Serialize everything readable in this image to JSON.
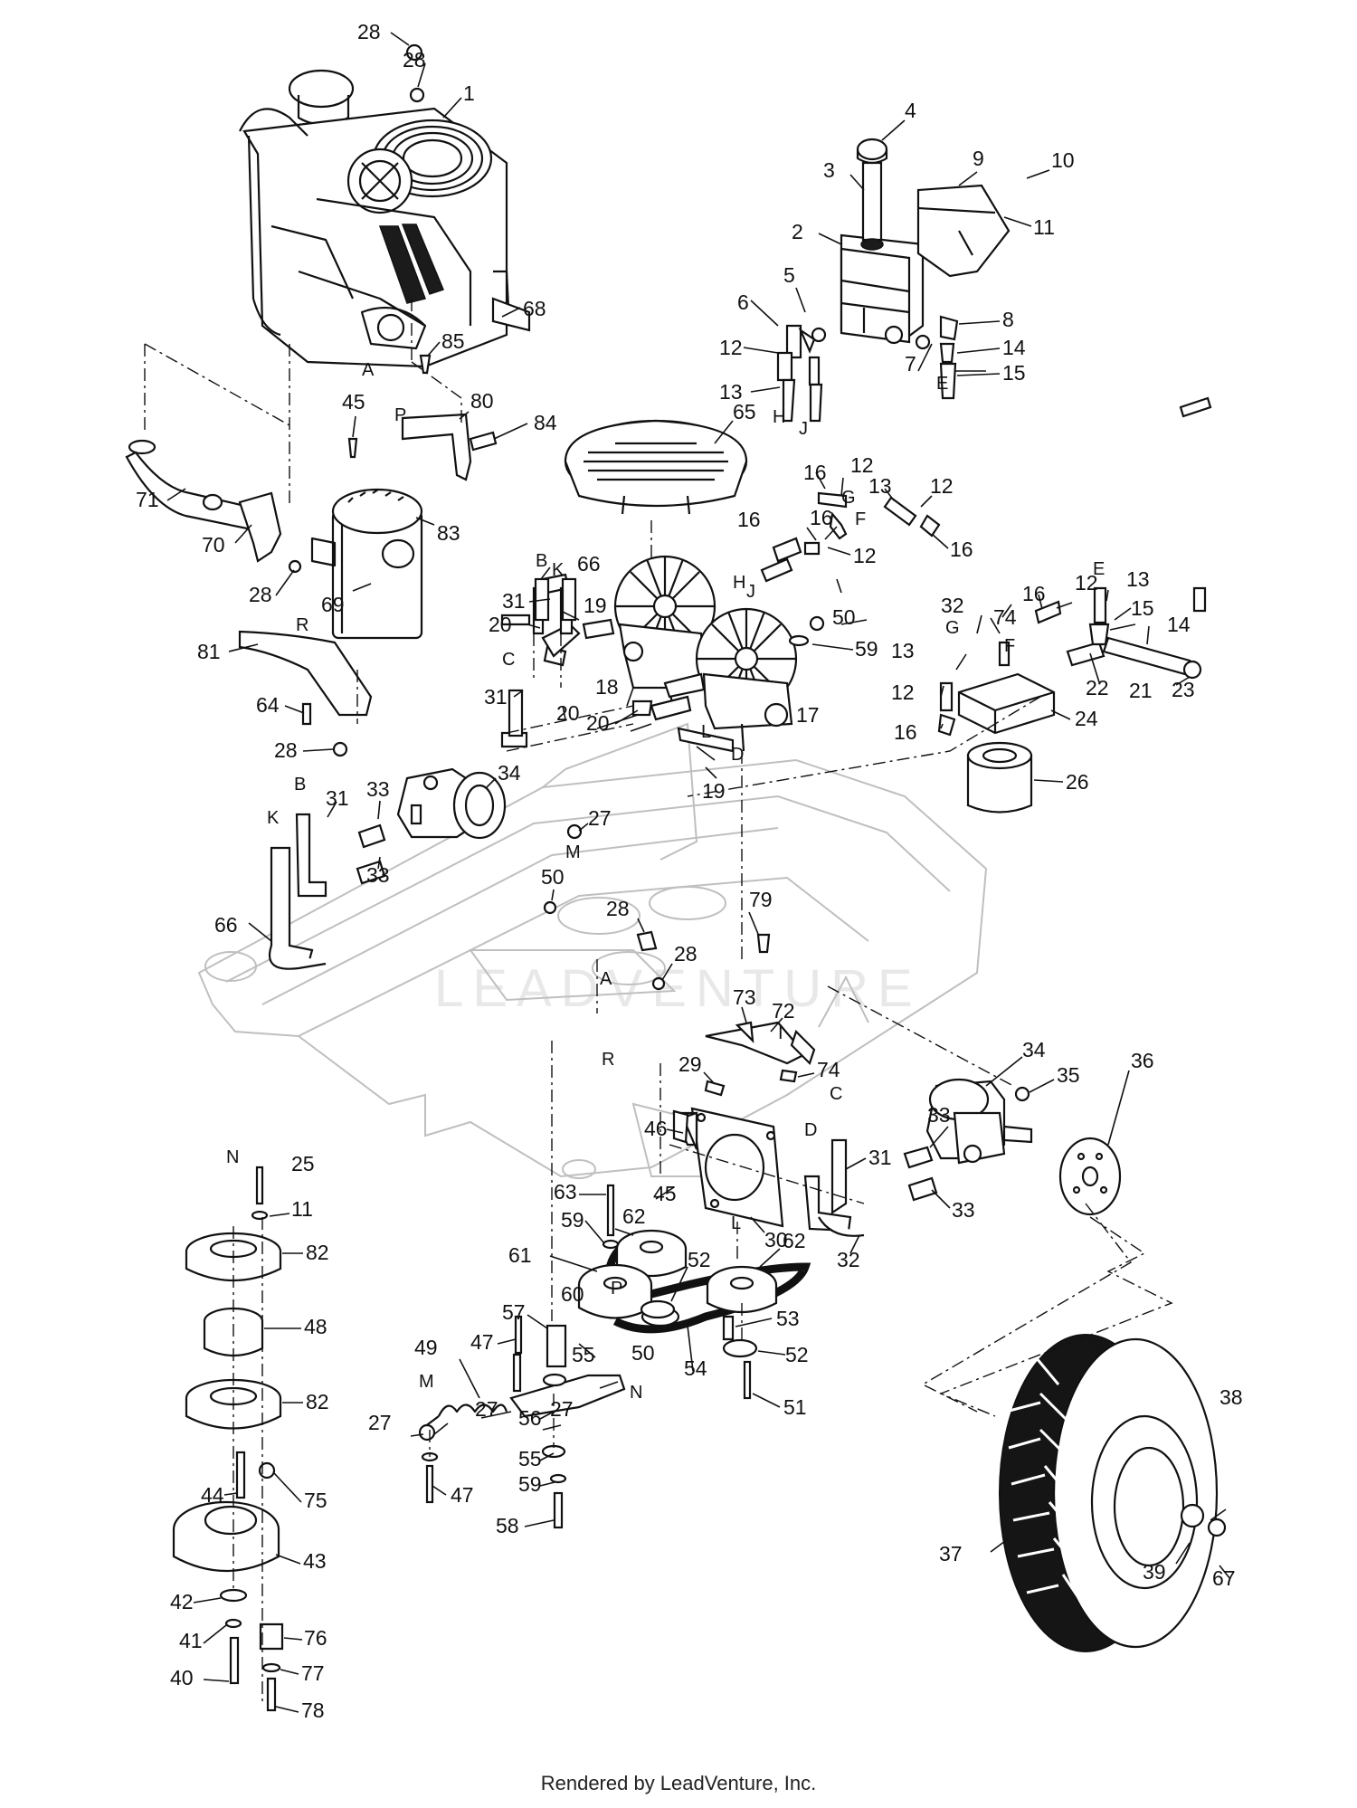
{
  "footer": "Rendered by LeadVenture, Inc.",
  "watermark": "LEADVENTURE",
  "callouts": [
    "28",
    "28",
    "1",
    "68",
    "85",
    "45",
    "80",
    "84",
    "83",
    "71",
    "70",
    "28",
    "69",
    "81",
    "64",
    "28",
    "4",
    "3",
    "2",
    "9",
    "10",
    "11",
    "5",
    "6",
    "12",
    "13",
    "8",
    "14",
    "7",
    "15",
    "65",
    "16",
    "12",
    "13",
    "12",
    "16",
    "16",
    "16",
    "12",
    "66",
    "31",
    "19",
    "20",
    "20",
    "31",
    "18",
    "50",
    "59",
    "17",
    "20",
    "19",
    "32",
    "74",
    "16",
    "12",
    "13",
    "15",
    "14",
    "22",
    "21",
    "23",
    "13",
    "12",
    "24",
    "16",
    "26",
    "34",
    "33",
    "31",
    "33",
    "66",
    "27",
    "50",
    "28",
    "28",
    "79",
    "73",
    "72",
    "74",
    "29",
    "34",
    "35",
    "36",
    "33",
    "31",
    "33",
    "32",
    "46",
    "30",
    "45",
    "25",
    "11",
    "82",
    "48",
    "82",
    "44",
    "75",
    "43",
    "42",
    "41",
    "76",
    "40",
    "77",
    "78",
    "63",
    "59",
    "62",
    "62",
    "61",
    "52",
    "60",
    "57",
    "47",
    "49",
    "27",
    "27",
    "53",
    "55",
    "50",
    "52",
    "54",
    "51",
    "56",
    "55",
    "59",
    "47",
    "58",
    "27",
    "38",
    "37",
    "39",
    "67"
  ],
  "connector_letters": [
    "A",
    "P",
    "H",
    "J",
    "E",
    "R",
    "B",
    "K",
    "C",
    "G",
    "F",
    "H",
    "J",
    "L",
    "D",
    "E",
    "G",
    "F",
    "B",
    "K",
    "M",
    "A",
    "R",
    "I",
    "C",
    "D",
    "L",
    "P",
    "N",
    "M",
    "N"
  ]
}
